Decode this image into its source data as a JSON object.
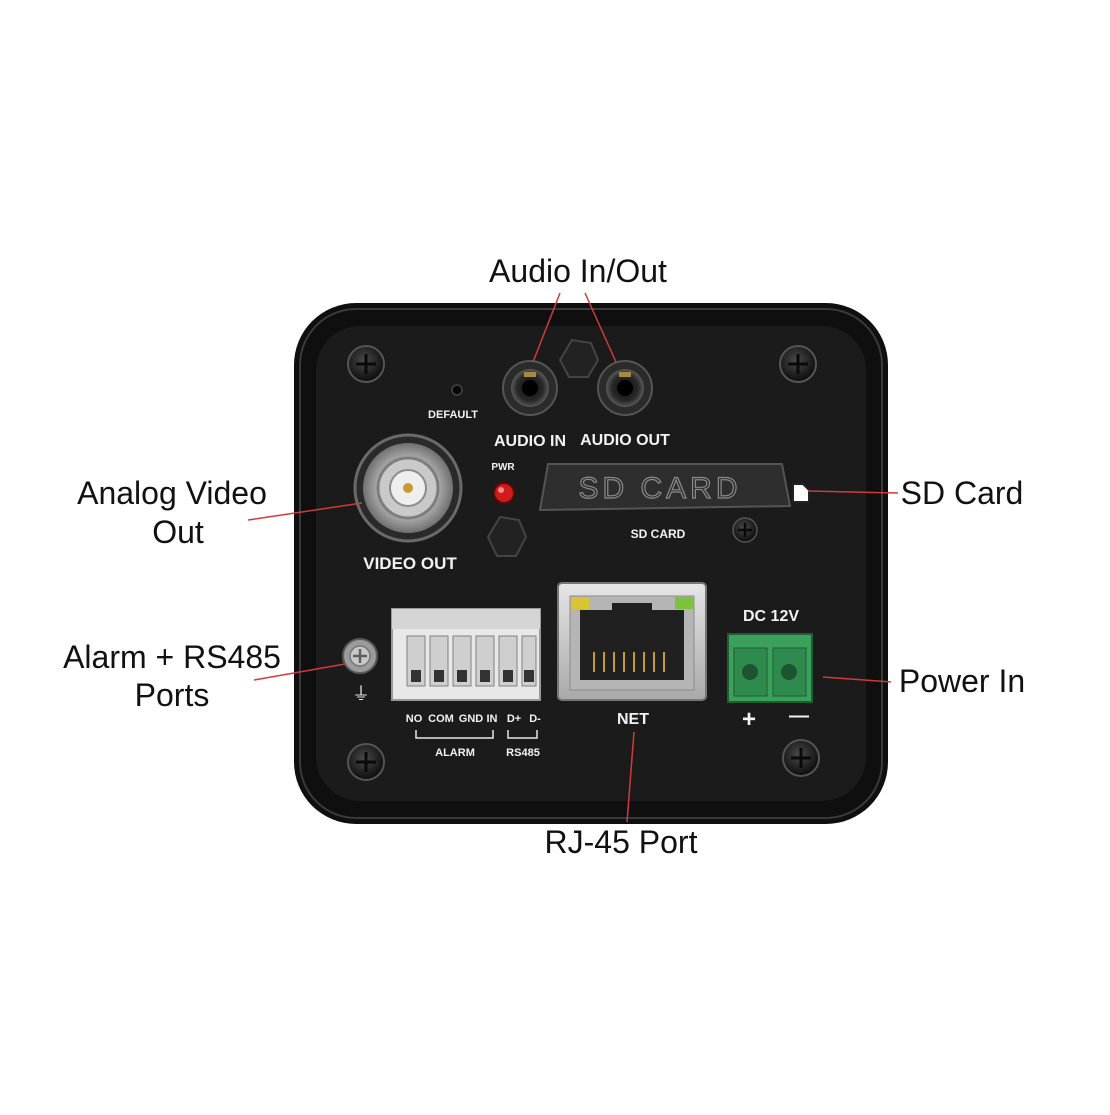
{
  "callouts": {
    "audio": "Audio In/Out",
    "analog_video_line1": "Analog Video",
    "analog_video_line2": "Out",
    "sd_card": "SD Card",
    "alarm_line1": "Alarm + RS485",
    "alarm_line2": "Ports",
    "power": "Power In",
    "rj45": "RJ-45 Port"
  },
  "panel_labels": {
    "default": "DEFAULT",
    "audio_in": "AUDIO IN",
    "audio_out": "AUDIO OUT",
    "pwr": "PWR",
    "sd_card_cover": "SD CARD",
    "sd_card": "SD CARD",
    "video_out": "VIDEO OUT",
    "dc": "DC 12V",
    "plus": "+",
    "minus": "—",
    "net": "NET",
    "terminals": [
      "NO",
      "COM",
      "GND",
      "IN",
      "D+",
      "D-"
    ],
    "alarm": "ALARM",
    "rs485": "RS485",
    "ground_symbol": "⏚"
  },
  "colors": {
    "callout_line": "#d23a3a",
    "body": "#141414",
    "panel": "#1c1c1c",
    "led": "#d11a1a",
    "terminal_green": "#3aa05c",
    "led_yellow": "#d9c532",
    "led_green": "#7cc33c"
  }
}
